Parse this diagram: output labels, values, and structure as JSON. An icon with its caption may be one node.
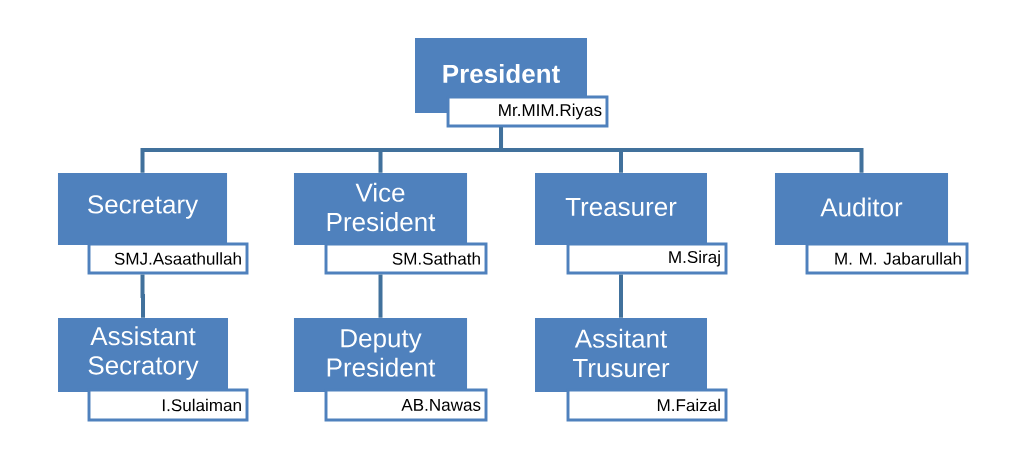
{
  "diagram": {
    "nodes": [
      {
        "text": [
          "President"
        ]
      },
      {
        "text": [
          "Mr.MIM.Riyas"
        ]
      },
      {
        "text": [
          "Secretary"
        ]
      },
      {
        "text": [
          "SMJ.Asaathullah"
        ]
      },
      {
        "text": [
          "Vice President"
        ]
      },
      {
        "text": [
          "SM.Sathath"
        ]
      },
      {
        "text": [
          "Treasurer"
        ]
      },
      {
        "text": [
          "M.Siraj"
        ]
      },
      {
        "text": [
          "Auditor"
        ]
      },
      {
        "text": [
          "M. M. Jabarullah"
        ]
      },
      {
        "text": [
          "Assistant Secratory"
        ]
      },
      {
        "text": [
          "I.Sulaiman"
        ]
      },
      {
        "text": [
          "Deputy President"
        ]
      },
      {
        "text": [
          "AB.Nawas"
        ]
      },
      {
        "text": [
          "Assitant Trusurer"
        ]
      },
      {
        "text": [
          "M.Faizal"
        ]
      }
    ],
    "edges": [
      {
        "from": 1,
        "to": 2,
        "arrow": "none"
      },
      {
        "from": 1,
        "to": 4,
        "arrow": "none"
      },
      {
        "from": 1,
        "to": 6,
        "arrow": "none"
      },
      {
        "from": 1,
        "to": 8,
        "arrow": "none"
      },
      {
        "from": 3,
        "to": 10,
        "arrow": "none"
      },
      {
        "from": 5,
        "to": 12,
        "arrow": "none"
      },
      {
        "from": 7,
        "to": 14,
        "arrow": "none"
      }
    ]
  }
}
